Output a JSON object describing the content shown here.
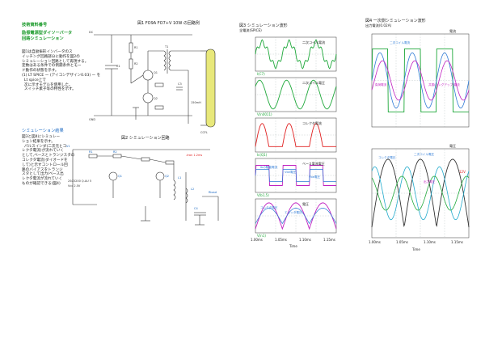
{
  "header": {
    "line1": "技術資料番号",
    "line2": "励振電源型ダイソーバータ",
    "line3": "回路シミュレーション"
  },
  "intro": {
    "lines": [
      "図1は自励振形インバータのス",
      "イッチング回路部分に動作を図2の",
      "シミュレーション回路として再現する。",
      "定数はある条件での例題条件とモー",
      "ド動作の状態を示す。",
      "(1) LT SPICE ー (アイコンデザイン0.03) ー を",
      "  Lt spice上で",
      "  次に示すモデルを使用した。",
      "  スイッチ素子等の特性を示す。"
    ]
  },
  "section2": {
    "title": "シミュレーション結果",
    "lines": [
      "図3と図4にシミュレー",
      "ション結果を示す。",
      "  パルスインダ(二次元とコ",
      "レクタ電流)が流れていく",
      "として,ベースとトランジスタの",
      "コレクタ電流(ダイオードを",
      "して)と示すコントロール回",
      "路のバイアスをトランジ",
      "スタとして出力/ベース出",
      "レクタ電流が流れていく",
      "ものが確認できる(図4)"
    ]
  },
  "fig1": {
    "title": "図1  FO9A FO7+V 10W の回路例"
  },
  "fig2": {
    "title": "図2  シミュレーション回路"
  },
  "fig3": {
    "title": "図3  シミュレーション波形",
    "subtitle": "全電流(SPICE)",
    "panels": [
      {
        "label": "二次コイル電流",
        "legend": "I(C7)"
      },
      {
        "label": "二次コイル電圧",
        "legend": "V(n0011)"
      },
      {
        "label": "コレクタ電流",
        "legend": "Ic(Q1)"
      },
      {
        "label": "ベース電流電圧",
        "legend": "V(b1,5)",
        "annotations": [
          "Ibの駆動電流",
          "Vbe電圧",
          "Vbe電圧"
        ]
      },
      {
        "label": "電圧",
        "legend": "V(n1)",
        "annotations": [
          "コレクタ電圧",
          "エミッタ電圧"
        ]
      }
    ],
    "xticks": [
      "1.00ms",
      "1.05ms",
      "1.10ms",
      "1.15ms"
    ],
    "xlabel": "Time"
  },
  "fig4": {
    "title": "図4  一次側シミュレーション波形",
    "subtitle": "出力電流(0.02A)",
    "top_label": "電流",
    "top_annotations": [
      "二次コイル電流",
      "負荷電流",
      "共振(ハングアップ)電流"
    ],
    "bottom_label": "電圧",
    "bottom_annotations": [
      "コレクタ電圧",
      "二次コイル電圧",
      "出力電圧"
    ],
    "bottom_value": "12V",
    "xticks": [
      "1.00ms",
      "1.05ms",
      "1.10ms",
      "1.15ms"
    ],
    "xlabel": "Time"
  },
  "colors": {
    "green": "#1ea83a",
    "blue": "#2e7bd6",
    "red": "#e02020",
    "magenta": "#c020c0",
    "cyan": "#22aacc",
    "grid": "#9aa",
    "lamp": "#e8e87a"
  }
}
